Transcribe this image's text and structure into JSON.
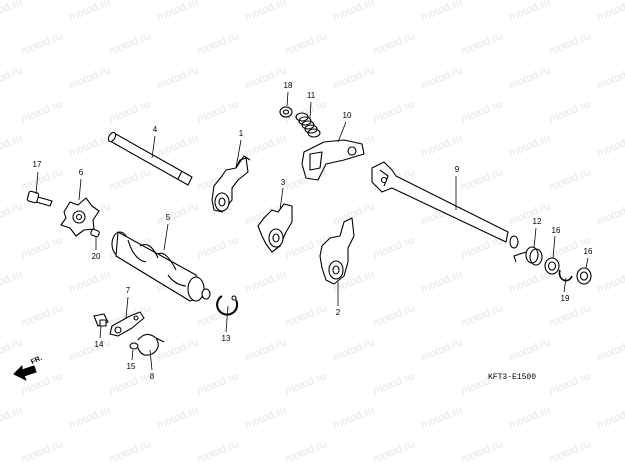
{
  "diagram": {
    "watermark_text": "motod.ru",
    "diagram_code": "KFT3-E1500",
    "direction_label": "FR.",
    "parts": [
      {
        "number": "1"
      },
      {
        "number": "2"
      },
      {
        "number": "3"
      },
      {
        "number": "4"
      },
      {
        "number": "5"
      },
      {
        "number": "6"
      },
      {
        "number": "7"
      },
      {
        "number": "8"
      },
      {
        "number": "9"
      },
      {
        "number": "10"
      },
      {
        "number": "11"
      },
      {
        "number": "12"
      },
      {
        "number": "13"
      },
      {
        "number": "14"
      },
      {
        "number": "15"
      },
      {
        "number": "16"
      },
      {
        "number": "16"
      },
      {
        "number": "17"
      },
      {
        "number": "18"
      },
      {
        "number": "19"
      },
      {
        "number": "20"
      }
    ]
  }
}
